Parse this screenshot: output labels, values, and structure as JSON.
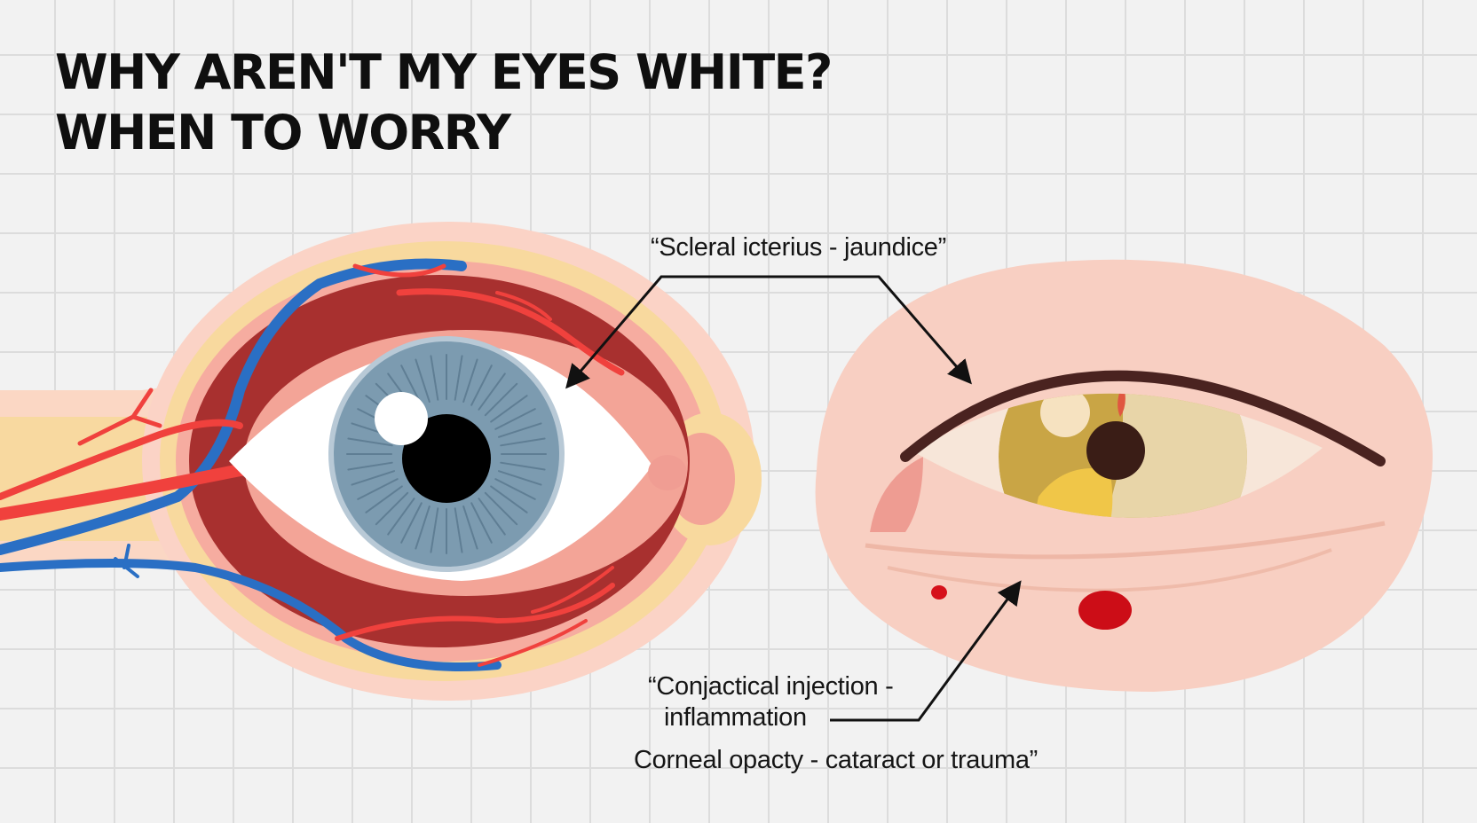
{
  "title": {
    "line1": "WHY AREN'T MY EYES WHITE?",
    "line2": "WHEN TO WORRY"
  },
  "annotations": {
    "scleral": "“Scleral icterius - jaundice”",
    "conjunctival_line1": "“Conjactical injection -",
    "conjunctival_line2": "inflammation",
    "corneal": "Corneal opacty - cataract or trauma”"
  },
  "colors": {
    "background": "#f2f2f2",
    "grid": "#dcdcdc",
    "vein_blue": "#2a6fc4",
    "artery_red": "#f0413d",
    "muscle_dark_red": "#a8302f",
    "iris_blue": "#7c9bb0",
    "iris_yellow": "#c9a545",
    "skin": "#f8cfc2",
    "jaundice_sclera": "#f7e6d9"
  },
  "icons": {
    "left_eye": "anatomical-eye-icon",
    "right_eye": "jaundiced-eye-icon",
    "arrow": "arrow-pointer-icon"
  }
}
